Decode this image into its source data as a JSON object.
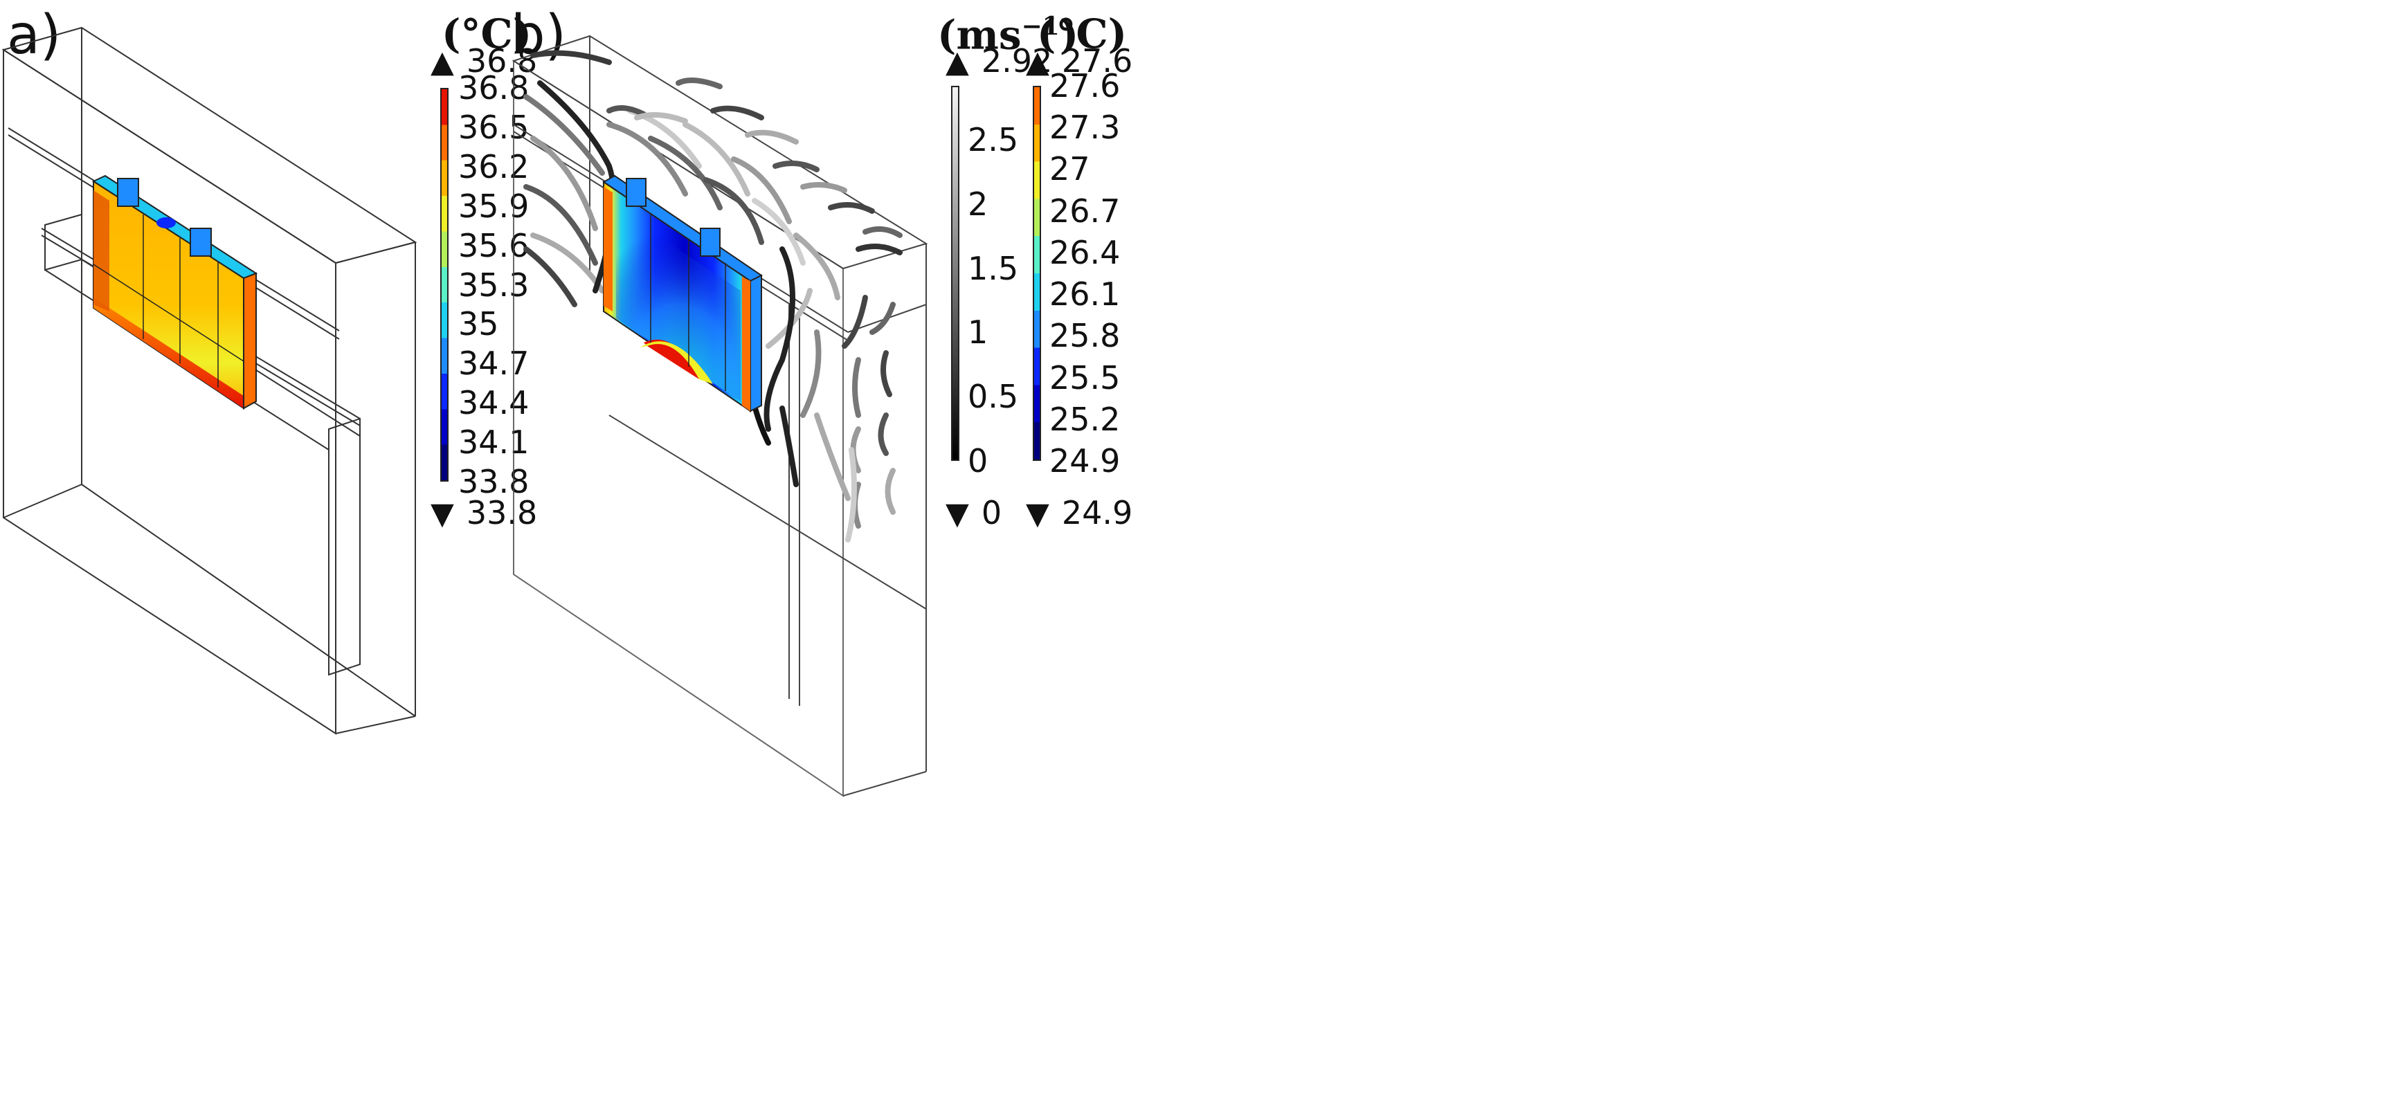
{
  "panel_a": {
    "label": "a)",
    "temp_unit": "(°C)",
    "max_label": "36.8",
    "min_label": "33.8",
    "ticks": [
      "36.8",
      "36.5",
      "36.2",
      "35.9",
      "35.6",
      "35.3",
      "35",
      "34.7",
      "34.4",
      "34.1",
      "33.8"
    ],
    "colors": [
      "#00007f",
      "#0000c8",
      "#0a28ff",
      "#1e8cff",
      "#1ed2f0",
      "#5af0c8",
      "#b4f05a",
      "#f0f028",
      "#ffb400",
      "#ff6e00",
      "#e61400",
      "#c80000"
    ]
  },
  "panel_b": {
    "label": "b)",
    "vel_unit": "(ms⁻¹)",
    "vel_unit_main": "(ms",
    "vel_unit_exp": "−1",
    "vel_unit_close": ")",
    "vel_max_label": "2.92",
    "vel_min_label": "0",
    "vel_ticks": [
      "2.5",
      "2",
      "1.5",
      "1",
      "0.5",
      "0"
    ],
    "temp_unit": "(°C)",
    "temp_max_label": "27.6",
    "temp_min_label": "24.9",
    "temp_ticks": [
      "27.6",
      "27.3",
      "27",
      "26.7",
      "26.4",
      "26.1",
      "25.8",
      "25.5",
      "25.2",
      "24.9"
    ],
    "colors": [
      "#00007f",
      "#0000c8",
      "#0a28ff",
      "#1e8cff",
      "#1ed2f0",
      "#5af0c8",
      "#b4f05a",
      "#f0f028",
      "#ffb400",
      "#ff6e00",
      "#e61400",
      "#c80000"
    ]
  },
  "icons": {
    "max_marker": "triangle-up-icon",
    "min_marker": "triangle-down-icon"
  }
}
